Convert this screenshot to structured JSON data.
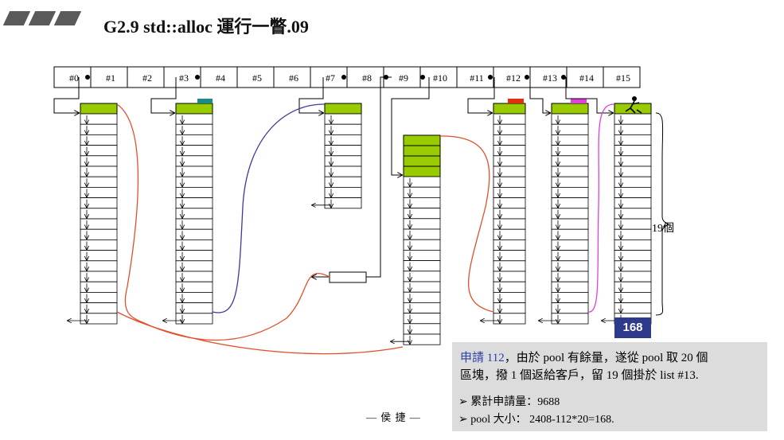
{
  "title": "G2.9 std::alloc 運行一瞥.09",
  "slots": [
    "#0",
    "#1",
    "#2",
    "#3",
    "#4",
    "#5",
    "#6",
    "#7",
    "#8",
    "#9",
    "#10",
    "#11",
    "#12",
    "#13",
    "#14",
    "#15"
  ],
  "count_label": "19個",
  "pool_badge": "168",
  "info": {
    "line1_highlight": "申請 112",
    "line1_rest": "，由於 pool 有餘量，遂從 pool 取 20 個",
    "line2": "區塊，撥 1 個返給客戶，留 19 個掛於 list #13.",
    "bullet1": "累計申請量：9688",
    "bullet2": "pool 大小： 2408-112*20=168."
  },
  "footer": "— 侯 捷 —",
  "colors": {
    "block_head": "#99cc00",
    "curve_red": "#e0502a",
    "curve_blue": "#3a3a9a",
    "curve_magenta": "#e040e0",
    "tab_teal": "#1a8a8a",
    "tab_red": "#e03010",
    "tab_magenta": "#e040e0",
    "badge": "#2e3a8c",
    "info_bg": "#dcdcdc"
  }
}
